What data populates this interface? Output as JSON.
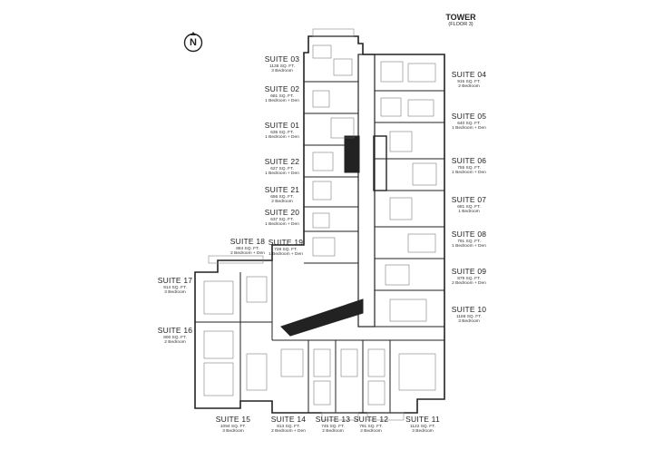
{
  "title": {
    "line1": "TOWER",
    "line2": "(FLOOR 3)"
  },
  "compass": {
    "letter": "N"
  },
  "suites": [
    {
      "id": "s03",
      "name": "SUITE 03",
      "area": "1138 SQ. FT.",
      "type": "3 Bedroom"
    },
    {
      "id": "s02",
      "name": "SUITE 02",
      "area": "681 SQ. FT.",
      "type": "1 Bedroom + Den"
    },
    {
      "id": "s01",
      "name": "SUITE 01",
      "area": "635 SQ. FT.",
      "type": "1 Bedroom + Den"
    },
    {
      "id": "s22",
      "name": "SUITE 22",
      "area": "627 SQ. FT.",
      "type": "1 Bedroom + Den"
    },
    {
      "id": "s21",
      "name": "SUITE 21",
      "area": "656 SQ. FT.",
      "type": "2 Bedroom"
    },
    {
      "id": "s20",
      "name": "SUITE 20",
      "area": "637 SQ. FT.",
      "type": "1 Bedroom + Den"
    },
    {
      "id": "s19",
      "name": "SUITE 19",
      "area": "728 SQ. FT.",
      "type": "1 Bedroom + Den"
    },
    {
      "id": "s18",
      "name": "SUITE 18",
      "area": "884 SQ. FT.",
      "type": "2 Bedroom + Den"
    },
    {
      "id": "s17",
      "name": "SUITE 17",
      "area": "914 SQ. FT.",
      "type": "3 Bedroom"
    },
    {
      "id": "s16",
      "name": "SUITE 16",
      "area": "800 SQ. FT.",
      "type": "2 Bedroom"
    },
    {
      "id": "s15",
      "name": "SUITE 15",
      "area": "1094 SQ. FT.",
      "type": "3 Bedroom"
    },
    {
      "id": "s14",
      "name": "SUITE 14",
      "area": "813 SQ. FT.",
      "type": "2 Bedroom + Den"
    },
    {
      "id": "s13",
      "name": "SUITE 13",
      "area": "745 SQ. FT.",
      "type": "2 Bedroom"
    },
    {
      "id": "s12",
      "name": "SUITE 12",
      "area": "791 SQ. FT.",
      "type": "2 Bedroom"
    },
    {
      "id": "s11",
      "name": "SUITE 11",
      "area": "1122 SQ. FT.",
      "type": "3 Bedroom"
    },
    {
      "id": "s04",
      "name": "SUITE 04",
      "area": "915 SQ. FT.",
      "type": "2 Bedroom"
    },
    {
      "id": "s05",
      "name": "SUITE 05",
      "area": "640 SQ. FT.",
      "type": "1 Bedroom + Den"
    },
    {
      "id": "s06",
      "name": "SUITE 06",
      "area": "755 SQ. FT.",
      "type": "1 Bedroom + Den"
    },
    {
      "id": "s07",
      "name": "SUITE 07",
      "area": "681 SQ. FT.",
      "type": "1 Bedroom"
    },
    {
      "id": "s08",
      "name": "SUITE 08",
      "area": "791 SQ. FT.",
      "type": "1 Bedroom + Den"
    },
    {
      "id": "s09",
      "name": "SUITE 09",
      "area": "879 SQ. FT.",
      "type": "2 Bedroom + Den"
    },
    {
      "id": "s10",
      "name": "SUITE 10",
      "area": "1168 SQ. FT.",
      "type": "3 Bedroom"
    }
  ]
}
